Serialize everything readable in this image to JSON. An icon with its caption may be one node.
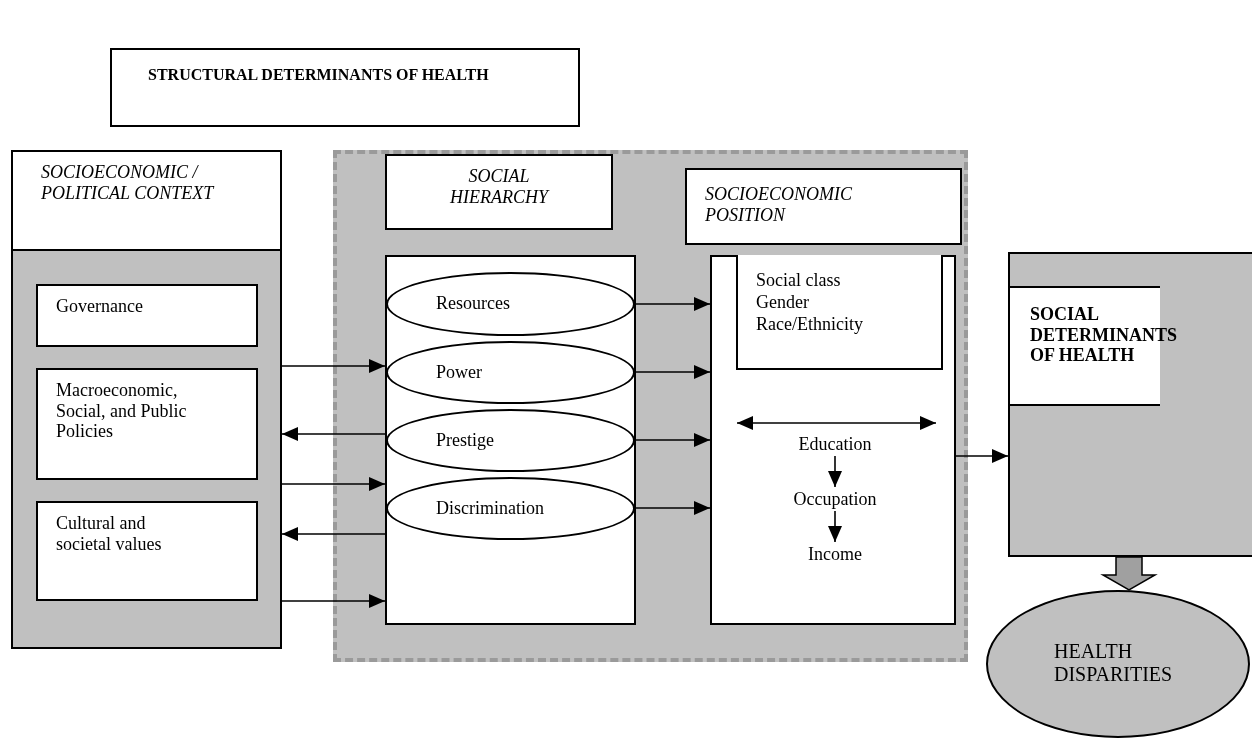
{
  "diagram": {
    "nodes": [
      {
        "text": [
          "STRUCTURAL DETERMINANTS OF HEALTH"
        ]
      },
      {
        "text": [
          "SOCIOECONOMIC / POLITICAL CONTEXT"
        ]
      },
      {
        "text": [
          "Governance"
        ],
        "in": 1
      },
      {
        "text": [
          "Macroeconomic, Social, and Public Policies"
        ],
        "in": 1
      },
      {
        "text": [
          "Cultural and societal values"
        ],
        "in": 1
      },
      {
        "text": [],
        "shape": "box"
      },
      {
        "text": [
          "SOCIAL HIERARCHY"
        ],
        "in": 5
      },
      {
        "text": [
          "SOCIOECONOMIC POSITION"
        ],
        "in": 5
      },
      {
        "text": [],
        "shape": "box",
        "in": 5
      },
      {
        "text": [
          "Resources"
        ],
        "in": 8
      },
      {
        "text": [
          "Power"
        ],
        "in": 8
      },
      {
        "text": [
          "Prestige"
        ],
        "in": 8
      },
      {
        "text": [
          "Discrimination"
        ],
        "in": 8
      },
      {
        "text": [],
        "shape": "box",
        "in": 5
      },
      {
        "text": [
          "Social class",
          "Gender",
          "Race/Ethnicity"
        ],
        "in": 13
      },
      {
        "text": [
          "Education"
        ],
        "in": 13
      },
      {
        "text": [
          "Occupation"
        ],
        "in": 13
      },
      {
        "text": [
          "Income"
        ],
        "in": 13
      },
      {
        "text": [
          "SOCIAL DETERMINANTS OF HEALTH"
        ]
      },
      {
        "text": [
          "HEALTH DISPARITIES"
        ]
      }
    ],
    "edges": [
      {
        "from": 1,
        "to": 8,
        "arrow": "to"
      },
      {
        "from": 8,
        "to": 1,
        "arrow": "to"
      },
      {
        "from": 1,
        "to": 8,
        "arrow": "to"
      },
      {
        "from": 8,
        "to": 1,
        "arrow": "to"
      },
      {
        "from": 1,
        "to": 8,
        "arrow": "to"
      },
      {
        "from": 9,
        "to": 13,
        "arrow": "to"
      },
      {
        "from": 10,
        "to": 13,
        "arrow": "to"
      },
      {
        "from": 11,
        "to": 13,
        "arrow": "to"
      },
      {
        "from": 12,
        "to": 13,
        "arrow": "to"
      },
      {
        "from": 15,
        "to": 16,
        "arrow": "to"
      },
      {
        "from": 16,
        "to": 17,
        "arrow": "to"
      },
      {
        "from": 13,
        "to": 18,
        "arrow": "to"
      },
      {
        "from": 18,
        "to": 19,
        "arrow": "to",
        "style": "thick",
        "color": "#a0a0a0"
      }
    ]
  }
}
